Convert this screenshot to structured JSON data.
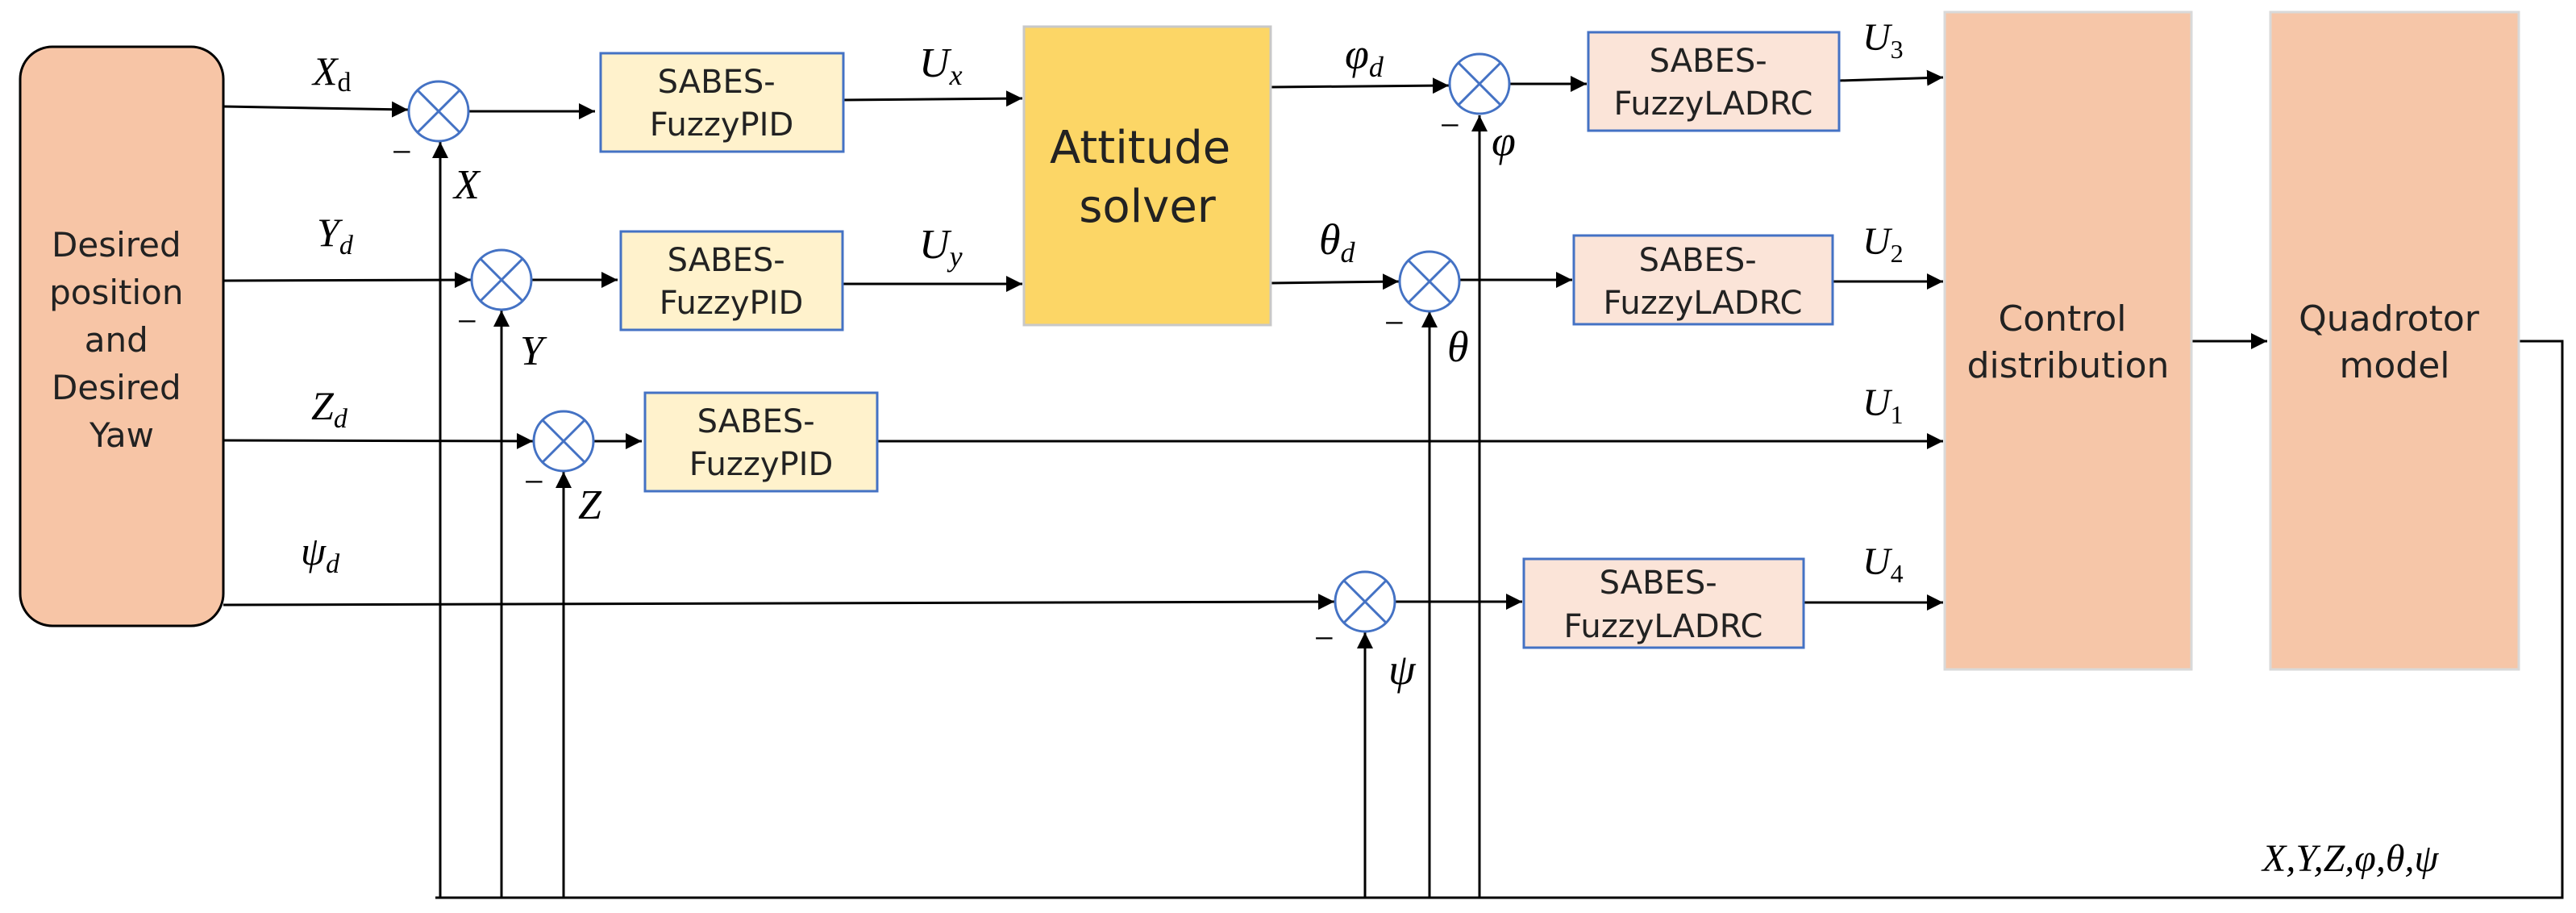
{
  "blocks": {
    "desired": [
      "Desired",
      "position",
      "and",
      "Desired",
      "Yaw"
    ],
    "pid": [
      "SABES-",
      "FuzzyPID"
    ],
    "ladrc": [
      "SABES-",
      "FuzzyLADRC"
    ],
    "attitude": [
      "Attitude",
      "solver"
    ],
    "control": [
      "Control",
      "distribution"
    ],
    "quad": [
      "Quadrotor",
      "model"
    ]
  },
  "signals": {
    "xd": "X",
    "xd_sub": "d",
    "yd": "Y",
    "yd_sub": "d",
    "zd": "Z",
    "zd_sub": "d",
    "psid": "ψ",
    "psid_sub": "d",
    "ux": "U",
    "ux_sub": "x",
    "uy": "U",
    "uy_sub": "y",
    "phid": "φ",
    "phid_sub": "d",
    "thetad": "θ",
    "thetad_sub": "d",
    "u1": "U",
    "u1_sub": "1",
    "u2": "U",
    "u2_sub": "2",
    "u3": "U",
    "u3_sub": "3",
    "u4": "U",
    "u4_sub": "4",
    "x": "X",
    "y": "Y",
    "z": "Z",
    "phi": "φ",
    "theta": "θ",
    "psi": "ψ",
    "minus": "−",
    "outputs": "X,Y,Z,φ,θ,ψ"
  },
  "colors": {
    "desired_fill": "#F7C5A6",
    "pid_fill": "#FFF2CC",
    "ladrc_fill": "#FBE4D8",
    "attitude_fill": "#FCD666",
    "large_fill": "#F6C6A8",
    "box_border": "#4472C4",
    "sum_border": "#4472C4",
    "line": "#000000"
  }
}
